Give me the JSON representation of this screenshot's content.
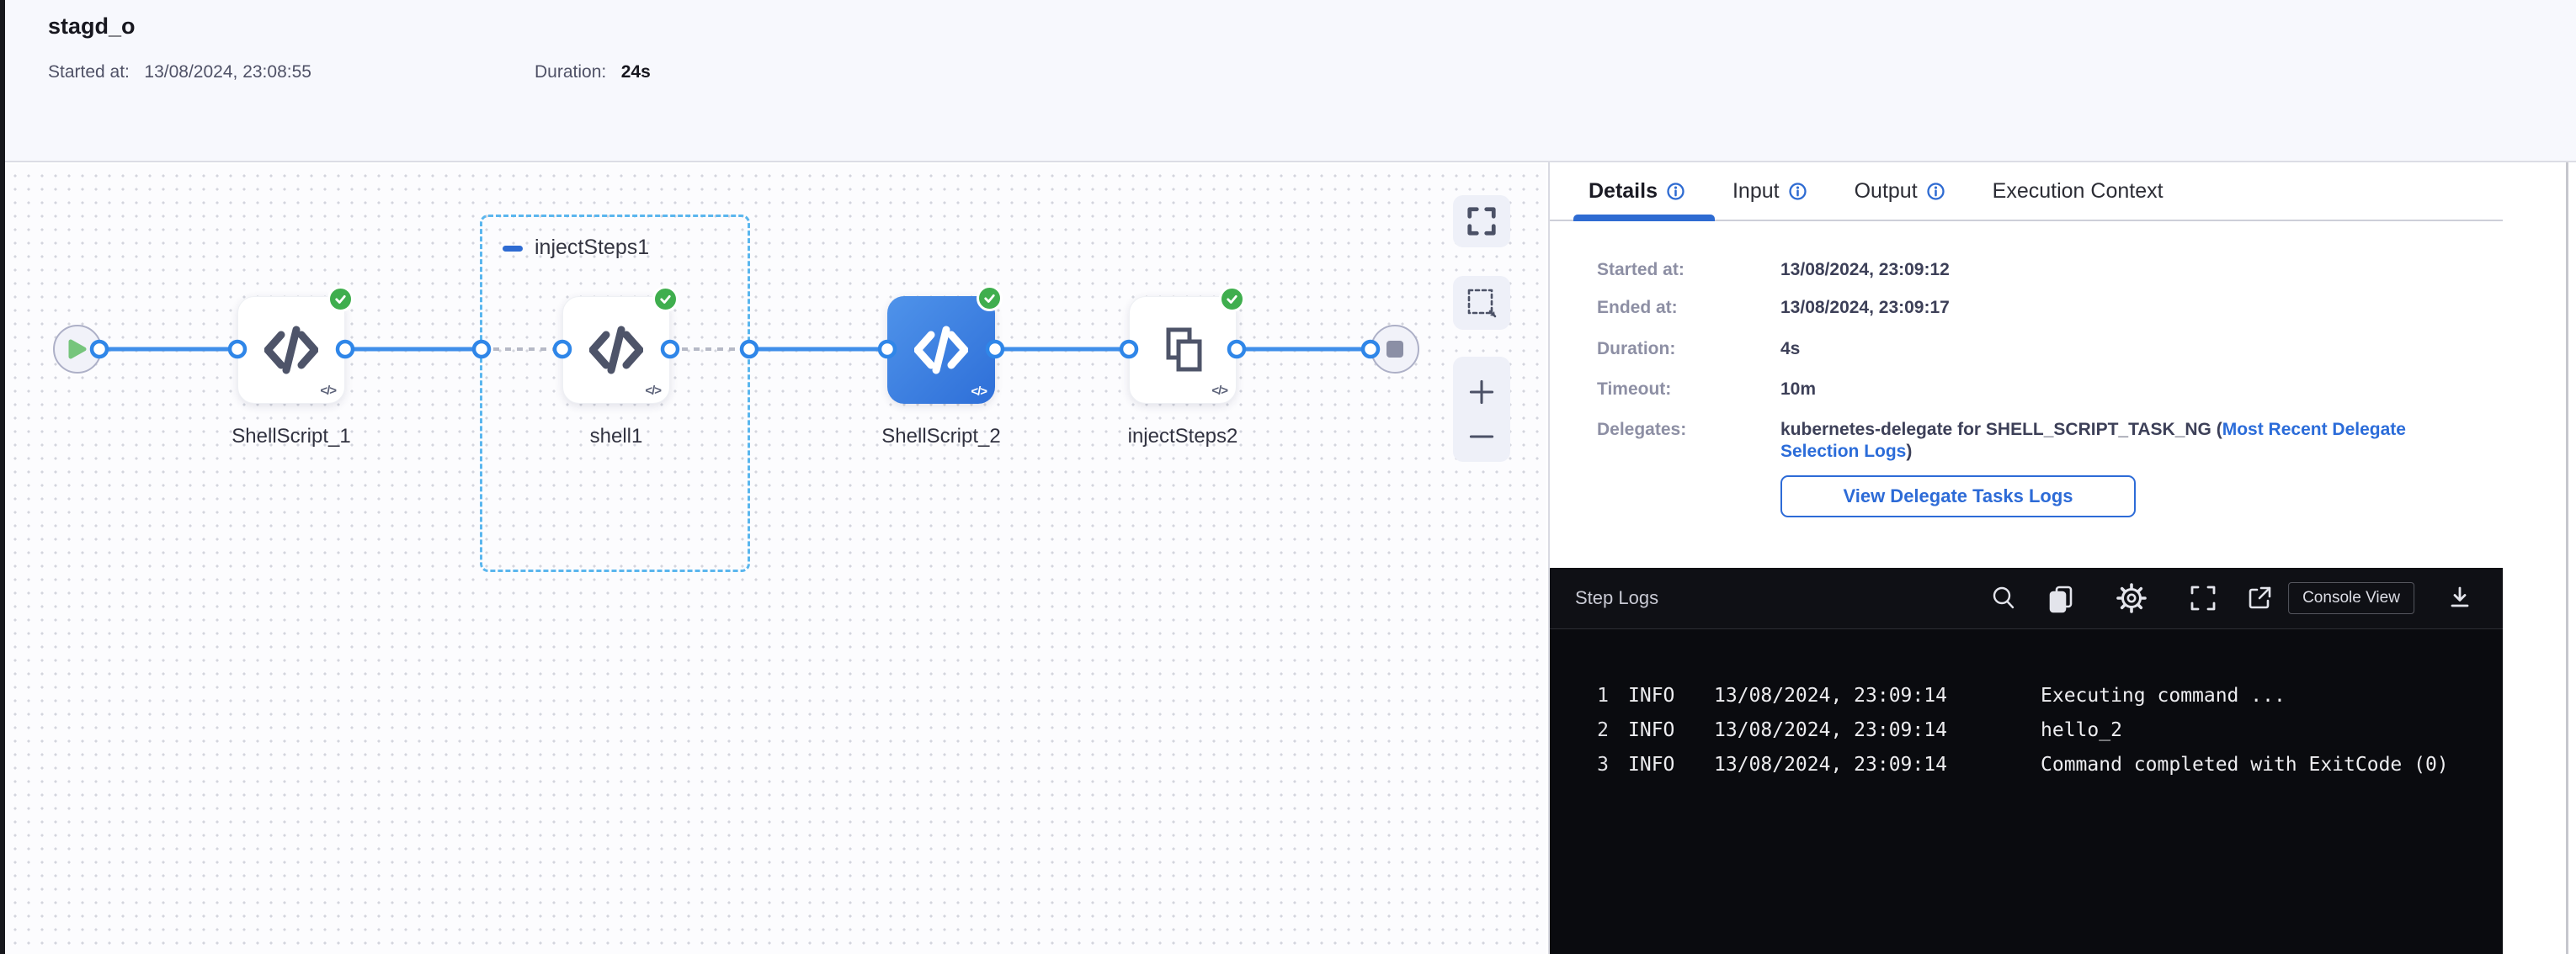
{
  "colors": {
    "accent_blue": "#2e6bd2",
    "edge_blue": "#3f8ee9",
    "success_green": "#3fae4e",
    "group_border_blue": "#5ab6ee",
    "log_background": "#0a0b0f",
    "header_background": "#f7f8fd"
  },
  "header": {
    "title": "stagd_o",
    "started_label": "Started at:",
    "started_value": "13/08/2024, 23:08:55",
    "duration_label": "Duration:",
    "duration_value": "24s"
  },
  "pipeline": {
    "group_label": "injectSteps1",
    "mini_glyph": "</>",
    "nodes": [
      {
        "label": "ShellScript_1",
        "icon": "code-icon",
        "status": "success"
      },
      {
        "label": "shell1",
        "icon": "code-icon",
        "status": "success"
      },
      {
        "label": "ShellScript_2",
        "icon": "code-icon",
        "status": "success",
        "selected": true
      },
      {
        "label": "injectSteps2",
        "icon": "copy-pages-icon",
        "status": "success"
      }
    ],
    "canvas_controls": [
      "fullscreen-icon",
      "marquee-select-icon",
      "zoom-in-icon",
      "zoom-out-icon"
    ]
  },
  "tabs": {
    "items": [
      {
        "label": "Details",
        "info": true,
        "active": true
      },
      {
        "label": "Input",
        "info": true,
        "active": false
      },
      {
        "label": "Output",
        "info": true,
        "active": false
      },
      {
        "label": "Execution Context",
        "info": false,
        "active": false
      }
    ]
  },
  "details": {
    "rows": [
      {
        "label": "Started at:",
        "value": "13/08/2024, 23:09:12"
      },
      {
        "label": "Ended at:",
        "value": "13/08/2024, 23:09:17"
      },
      {
        "label": "Duration:",
        "value": "4s"
      },
      {
        "label": "Timeout:",
        "value": "10m"
      }
    ],
    "delegates_label": "Delegates:",
    "delegates_text": "kubernetes-delegate for SHELL_SCRIPT_TASK_NG (",
    "delegates_link": "Most Recent Delegate Selection Logs",
    "delegates_suffix": ")",
    "button_label": "View Delegate Tasks Logs"
  },
  "step_logs": {
    "title": "Step Logs",
    "console_view_label": "Console View",
    "toolbar_icons": [
      "search-icon",
      "copy-icon",
      "settings-gear-icon",
      "fullscreen-icon",
      "external-link-icon",
      "download-icon"
    ],
    "lines": [
      {
        "num": "1",
        "level": "INFO",
        "time": "13/08/2024, 23:09:14",
        "message": "Executing command ..."
      },
      {
        "num": "2",
        "level": "INFO",
        "time": "13/08/2024, 23:09:14",
        "message": "hello_2"
      },
      {
        "num": "3",
        "level": "INFO",
        "time": "13/08/2024, 23:09:14",
        "message": "Command completed with ExitCode (0)"
      }
    ]
  }
}
